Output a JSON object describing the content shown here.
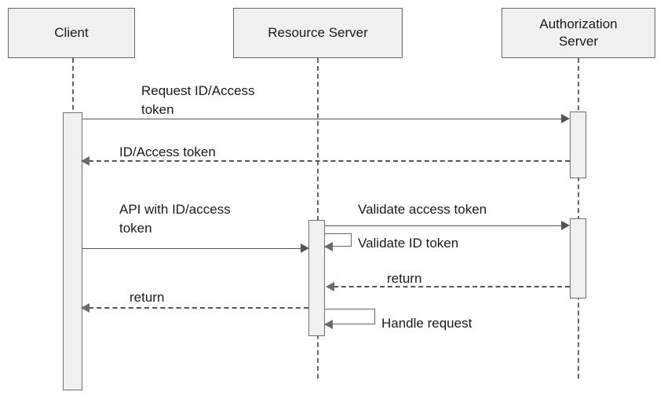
{
  "diagram": {
    "title": "OAuth / OIDC sequence diagram",
    "type": "sequence-diagram",
    "background": "#ffffff",
    "box_fill": "#f0f0f0",
    "box_stroke": "#666666",
    "line_color": "#555555",
    "text_color": "#1a1a1a"
  },
  "participants": [
    {
      "id": "client",
      "label": "Client"
    },
    {
      "id": "resource_server",
      "label": "Resource Server"
    },
    {
      "id": "authorization_server",
      "label": "Authorization\nServer"
    }
  ],
  "messages": [
    {
      "id": "m1",
      "label": "Request ID/Access\ntoken",
      "from": "client",
      "to": "authorization_server",
      "style": "solid",
      "direction": "right"
    },
    {
      "id": "m2",
      "label": "ID/Access token",
      "from": "authorization_server",
      "to": "client",
      "style": "dashed",
      "direction": "left"
    },
    {
      "id": "m3",
      "label": "API with ID/access\ntoken",
      "from": "client",
      "to": "resource_server",
      "style": "solid",
      "direction": "right"
    },
    {
      "id": "m4",
      "label": "Validate access token",
      "from": "resource_server",
      "to": "authorization_server",
      "style": "solid",
      "direction": "right"
    },
    {
      "id": "m5",
      "label": "Validate ID token",
      "from": "resource_server",
      "to": "resource_server",
      "style": "solid",
      "direction": "self"
    },
    {
      "id": "m6",
      "label": "return",
      "from": "authorization_server",
      "to": "resource_server",
      "style": "dashed",
      "direction": "left"
    },
    {
      "id": "m7",
      "label": "return",
      "from": "resource_server",
      "to": "client",
      "style": "dashed",
      "direction": "left"
    },
    {
      "id": "m8",
      "label": "Handle request",
      "from": "resource_server",
      "to": "resource_server",
      "style": "solid",
      "direction": "self"
    }
  ]
}
